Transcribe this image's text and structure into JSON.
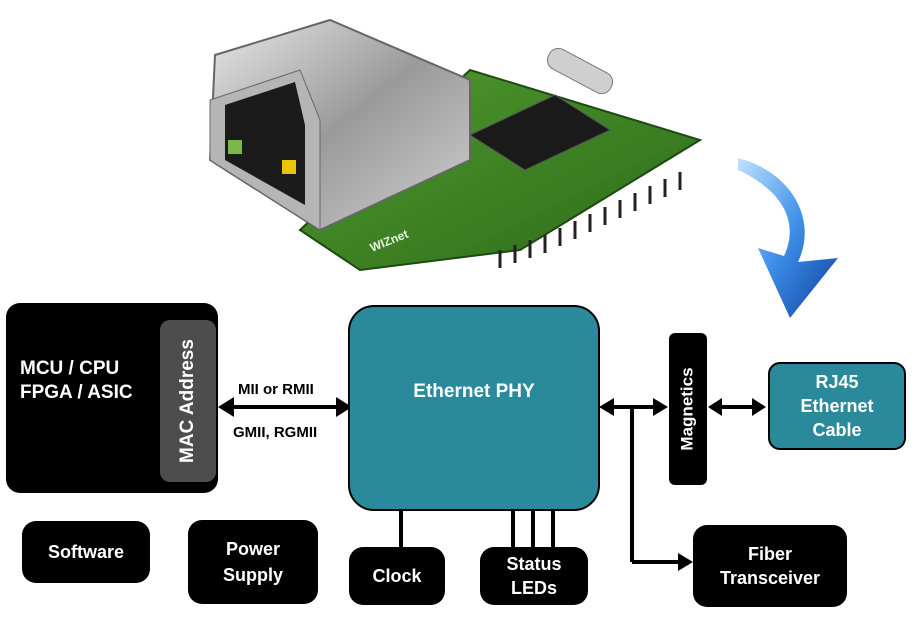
{
  "mcu": {
    "line1": "MCU / CPU",
    "line2": "FPGA / ASIC",
    "mac": "MAC Address"
  },
  "interface": {
    "top": "MII or RMII",
    "bottom": "GMII, RGMII"
  },
  "phy": {
    "label": "Ethernet PHY"
  },
  "magnetics": {
    "label": "Magnetics"
  },
  "rj45": {
    "line1": "RJ45",
    "line2": "Ethernet",
    "line3": "Cable"
  },
  "software": {
    "label": "Software"
  },
  "power": {
    "line1": "Power",
    "line2": "Supply"
  },
  "clock": {
    "label": "Clock"
  },
  "status": {
    "line1": "Status",
    "line2": "LEDs"
  },
  "fiber": {
    "line1": "Fiber",
    "line2": "Transceiver"
  },
  "board": {
    "brand": "WIZnet"
  },
  "colors": {
    "accent_teal": "#2a8a9c",
    "block_black": "#000000",
    "arrow_blue": "#1f6fd6"
  }
}
